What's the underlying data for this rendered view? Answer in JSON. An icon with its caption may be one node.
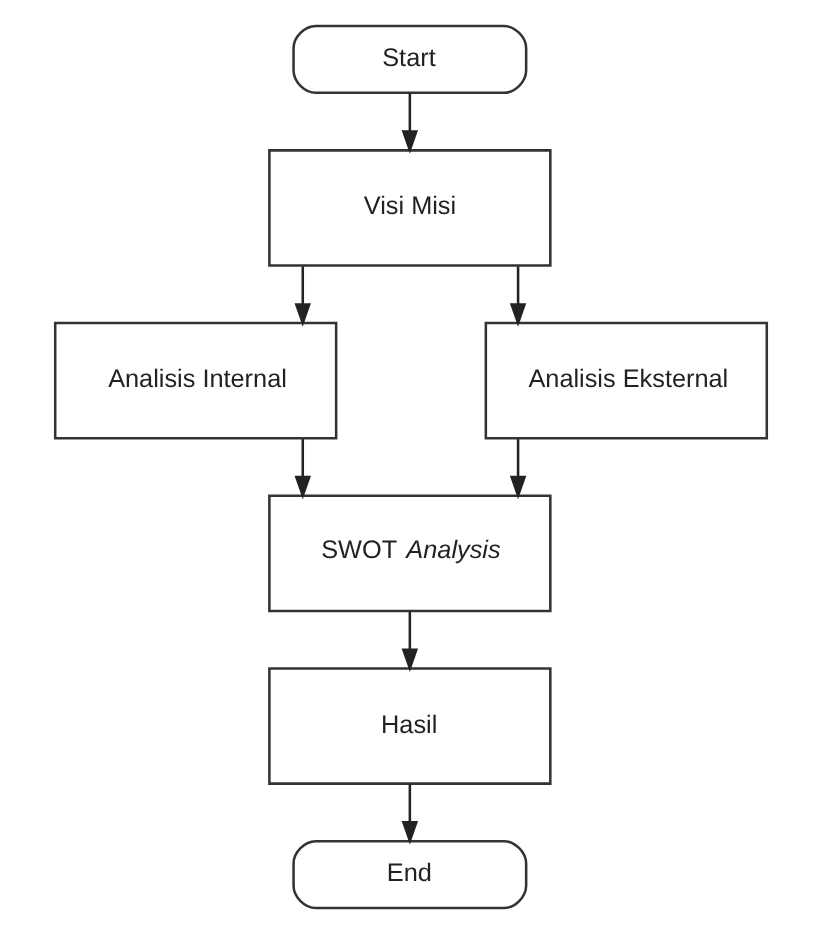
{
  "diagram": {
    "nodes": [
      {
        "text": [
          "Start"
        ]
      },
      {
        "text": [
          "Visi Misi"
        ]
      },
      {
        "text": [
          "Analisis Internal"
        ]
      },
      {
        "text": [
          "Analisis Eksternal"
        ]
      },
      {
        "text": [
          "SWOT *Analysis*"
        ]
      },
      {
        "text": [
          "Hasil"
        ]
      },
      {
        "text": [
          "End"
        ]
      }
    ],
    "edges": [
      {
        "from": 0,
        "to": 1,
        "arrow": "to"
      },
      {
        "from": 1,
        "to": 2,
        "arrow": "to"
      },
      {
        "from": 1,
        "to": 3,
        "arrow": "to"
      },
      {
        "from": 2,
        "to": 4,
        "arrow": "to"
      },
      {
        "from": 3,
        "to": 4,
        "arrow": "to"
      },
      {
        "from": 4,
        "to": 5,
        "arrow": "to"
      },
      {
        "from": 5,
        "to": 6,
        "arrow": "to"
      }
    ]
  }
}
